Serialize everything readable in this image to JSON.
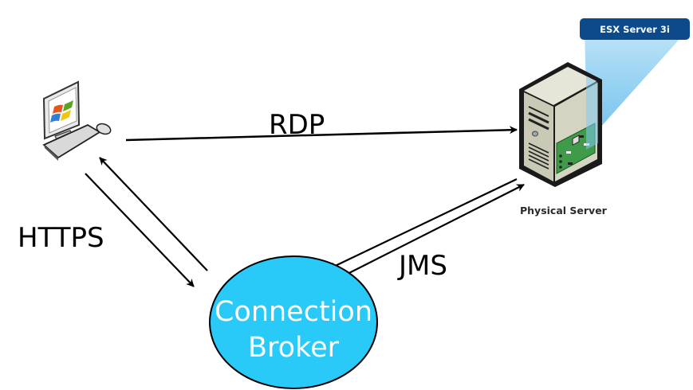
{
  "diagram": {
    "nodes": {
      "client": {
        "name": "Windows client workstation",
        "icon": "windows-pc-icon"
      },
      "server": {
        "caption": "Physical Server",
        "icon": "physical-server-icon"
      },
      "hypervisor_badge": {
        "label": "ESX Server 3i"
      },
      "broker": {
        "line1": "Connection",
        "line2": "Broker",
        "fill": "#29c9f8"
      }
    },
    "edges": [
      {
        "from": "client",
        "to": "server",
        "label": "RDP",
        "direction": "one-way"
      },
      {
        "from": "client",
        "to": "broker",
        "label": "HTTPS",
        "direction": "two-way"
      },
      {
        "from": "broker",
        "to": "server",
        "label": "JMS",
        "direction": "two-way"
      }
    ],
    "colors": {
      "badge": "#0c4a8c",
      "beam": "#7fcbf0",
      "arrow": "#000000"
    }
  }
}
